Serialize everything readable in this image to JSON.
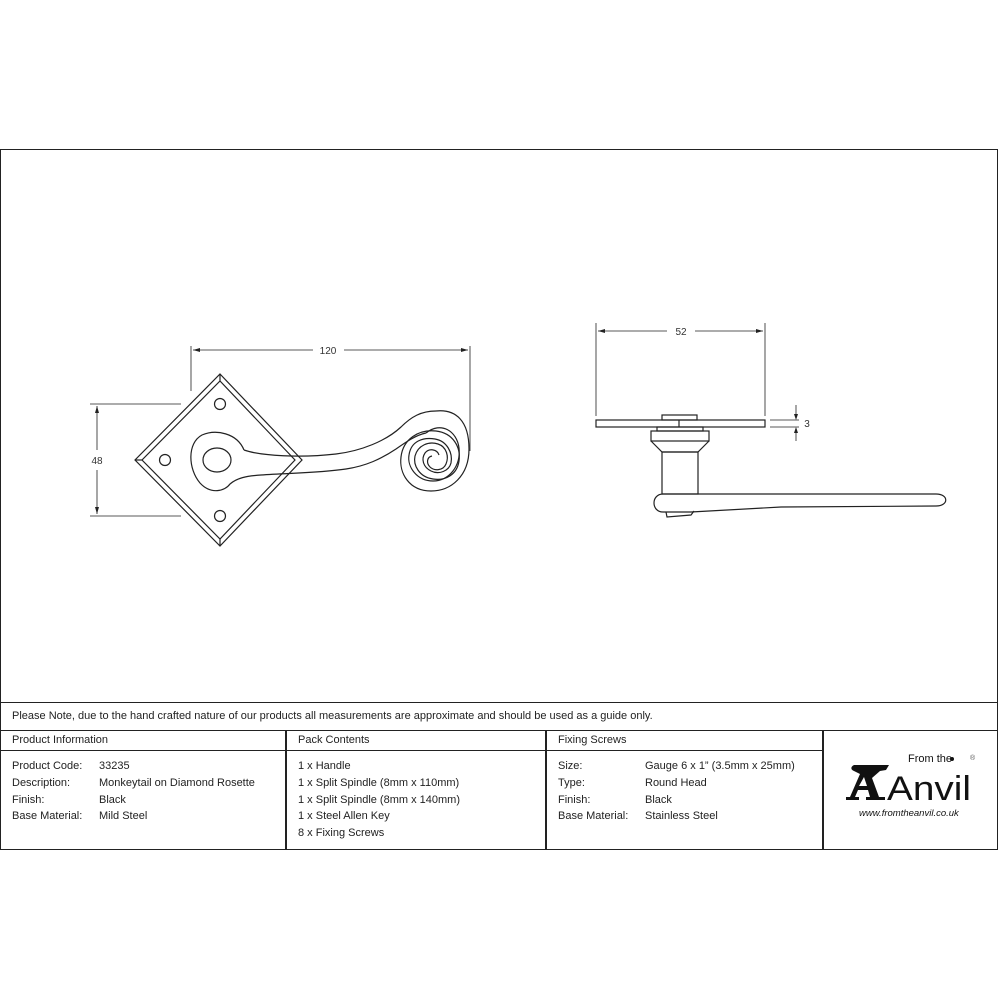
{
  "drawing": {
    "front_view": {
      "width_dim": "120",
      "height_dim": "48"
    },
    "side_view": {
      "width_dim": "52",
      "thickness_dim": "3"
    }
  },
  "note": "Please Note, due to the hand crafted nature of our products all measurements are approximate and should be used as a guide only.",
  "product_information": {
    "heading": "Product Information",
    "rows": [
      {
        "label": "Product Code:",
        "value": "33235"
      },
      {
        "label": "Description:",
        "value": "Monkeytail on Diamond Rosette"
      },
      {
        "label": "Finish:",
        "value": "Black"
      },
      {
        "label": "Base Material:",
        "value": "Mild Steel"
      }
    ]
  },
  "pack_contents": {
    "heading": "Pack Contents",
    "items": [
      "1 x Handle",
      "1 x Split Spindle (8mm x 110mm)",
      "1 x Split Spindle (8mm x 140mm)",
      "1 x Steel Allen Key",
      "8 x Fixing Screws"
    ]
  },
  "fixing_screws": {
    "heading": "Fixing Screws",
    "rows": [
      {
        "label": "Size:",
        "value": "Gauge 6 x 1” (3.5mm x 25mm)"
      },
      {
        "label": "Type:",
        "value": "Round Head"
      },
      {
        "label": "Finish:",
        "value": "Black"
      },
      {
        "label": "Base Material:",
        "value": "Stainless Steel"
      }
    ]
  },
  "logo": {
    "from_the": "From the",
    "brand": "Anvil",
    "registered": "®",
    "url": "www.fromtheanvil.co.uk"
  }
}
